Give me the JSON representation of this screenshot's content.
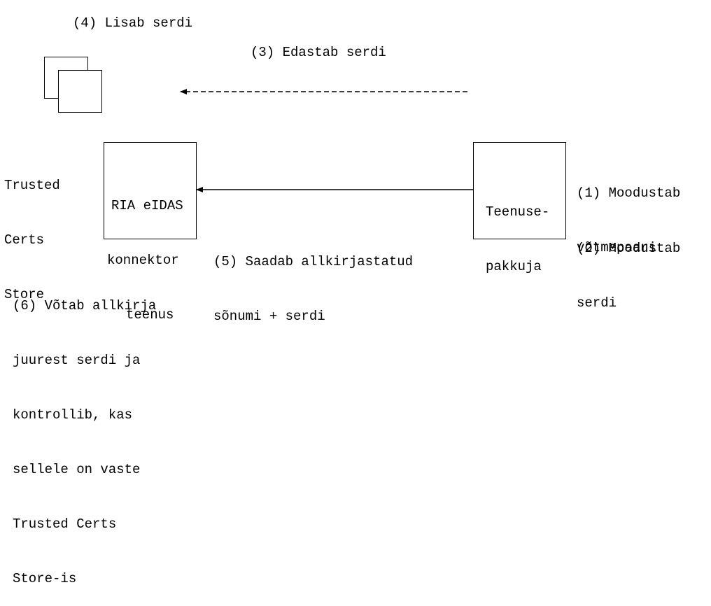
{
  "diagram": {
    "step4_label": "(4) Lisab serdi",
    "step3_label": "(3) Edastab serdi",
    "trusted_store_label": [
      "Trusted",
      "Certs",
      "Store"
    ],
    "ria_node": [
      "RIA eIDAS",
      "konnektor",
      "teenus"
    ],
    "provider_node": [
      "Teenuse-",
      "pakkuja"
    ],
    "step1_label": [
      "(1) Moodustab",
      "võtmepaari"
    ],
    "step2_label": [
      "(2) Moodustab",
      "serdi"
    ],
    "step5_label": [
      "(5) Saadab allkirjastatud",
      "sõnumi + serdi"
    ],
    "step6_label": [
      "(6) Võtab allkirja",
      "juurest serdi ja",
      "kontrollib, kas",
      "sellele on vaste",
      "Trusted Certs",
      "Store-is"
    ]
  },
  "colors": {
    "line": "#000000",
    "background": "#ffffff"
  }
}
